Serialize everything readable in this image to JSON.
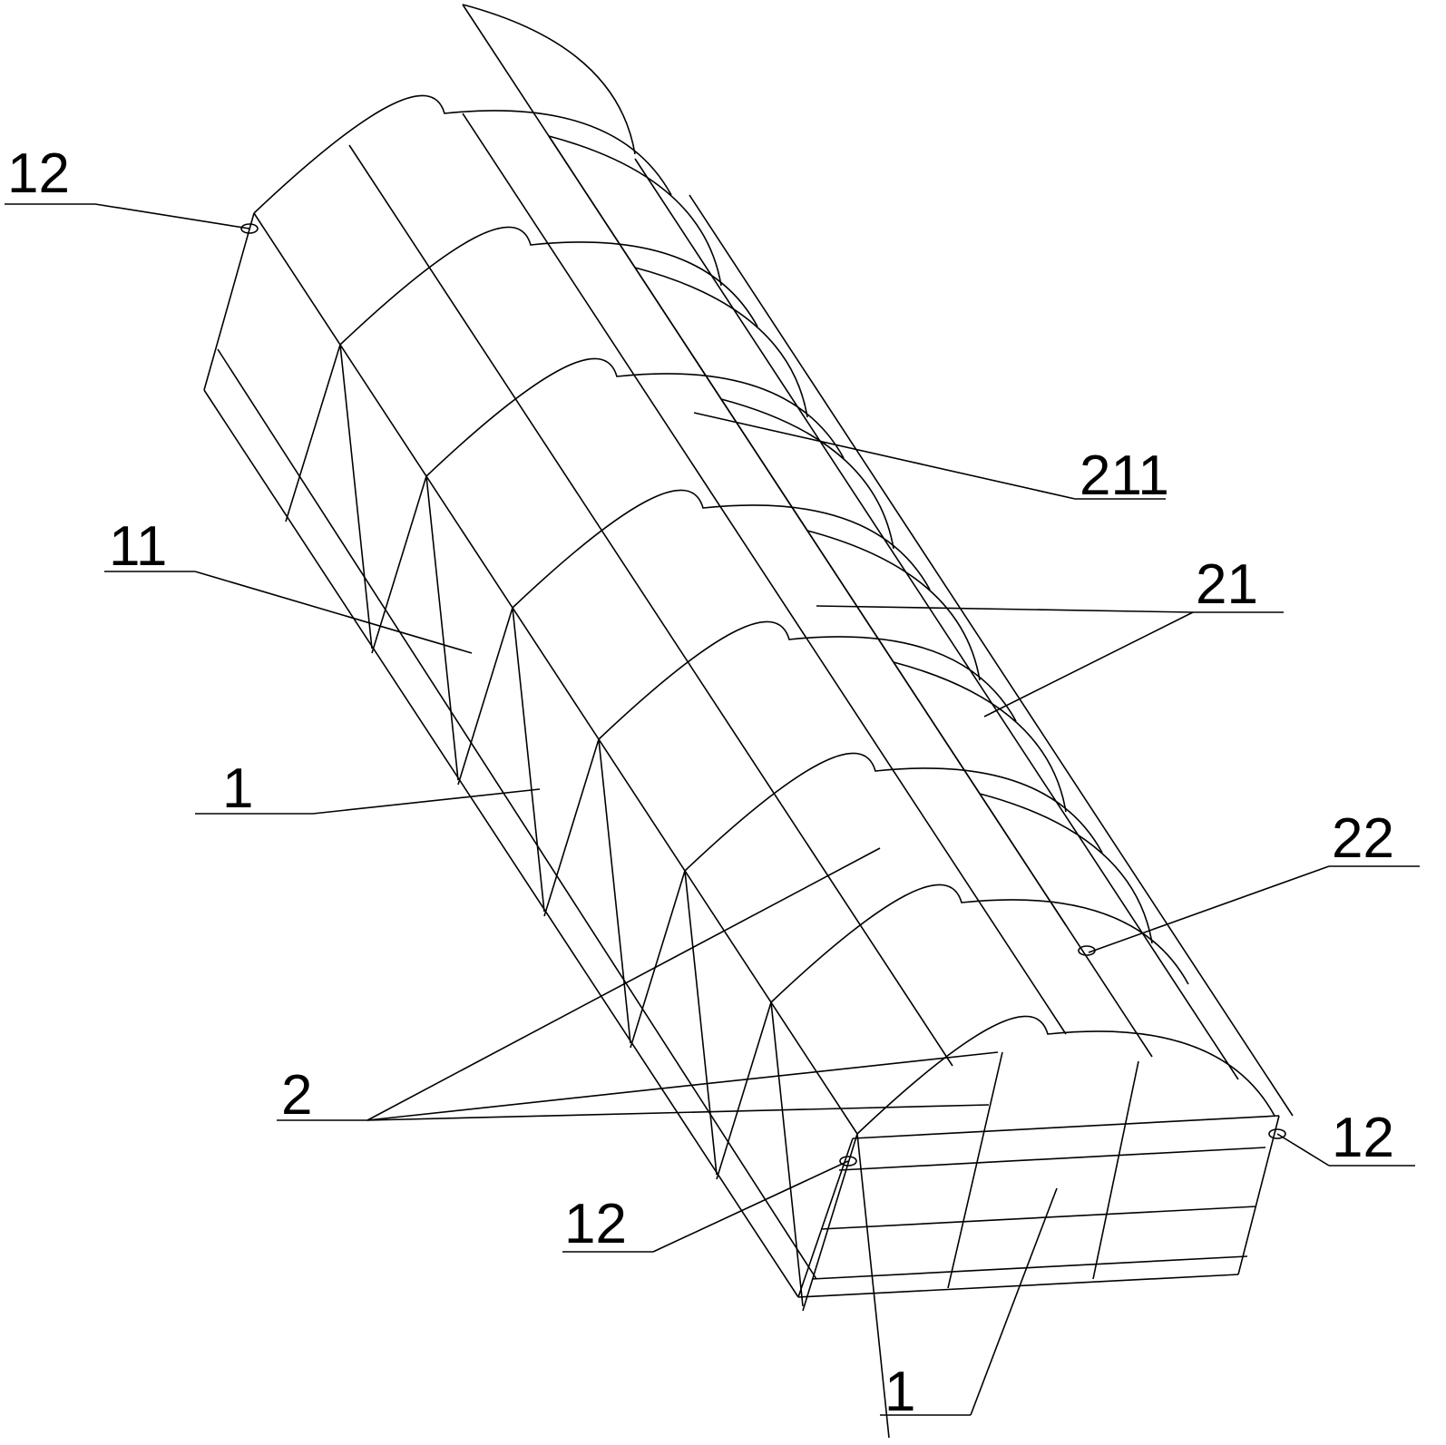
{
  "figure": {
    "labels": [
      {
        "id": "label-12-top-left",
        "text": "12"
      },
      {
        "id": "label-211",
        "text": "211"
      },
      {
        "id": "label-11",
        "text": "11"
      },
      {
        "id": "label-21",
        "text": "21"
      },
      {
        "id": "label-1-left",
        "text": "1"
      },
      {
        "id": "label-22",
        "text": "22"
      },
      {
        "id": "label-2",
        "text": "2"
      },
      {
        "id": "label-12-bottom",
        "text": "12"
      },
      {
        "id": "label-12-right",
        "text": "12"
      },
      {
        "id": "label-1-bottom",
        "text": "1"
      }
    ]
  }
}
